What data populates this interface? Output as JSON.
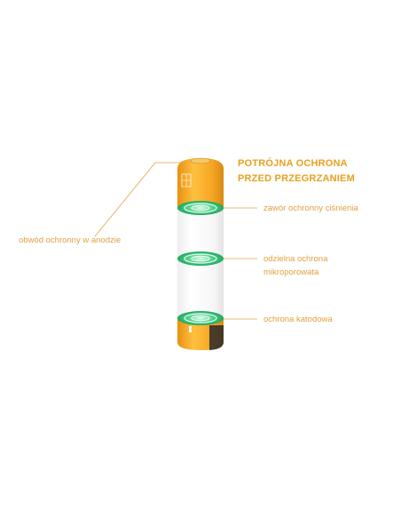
{
  "heading": {
    "line1": "POTRÓJNA OCHRONA",
    "line2": "PRZED PRZEGRZANIEM"
  },
  "labels": {
    "left_anode": "obwód ochronny w anodzie",
    "valve": "zawór ochronny ciśnienia",
    "separator_line1": "odzielna ochrona",
    "separator_line2": "mikroporowata",
    "cathode": "ochrona katodowa"
  },
  "colors": {
    "battery_orange": "#f5a623",
    "ring_green": "#2dbf73",
    "text_accent": "#e8a020",
    "leader_line": "#e0a040"
  },
  "icons": [
    "battery-icon",
    "protection-ring-icon"
  ]
}
